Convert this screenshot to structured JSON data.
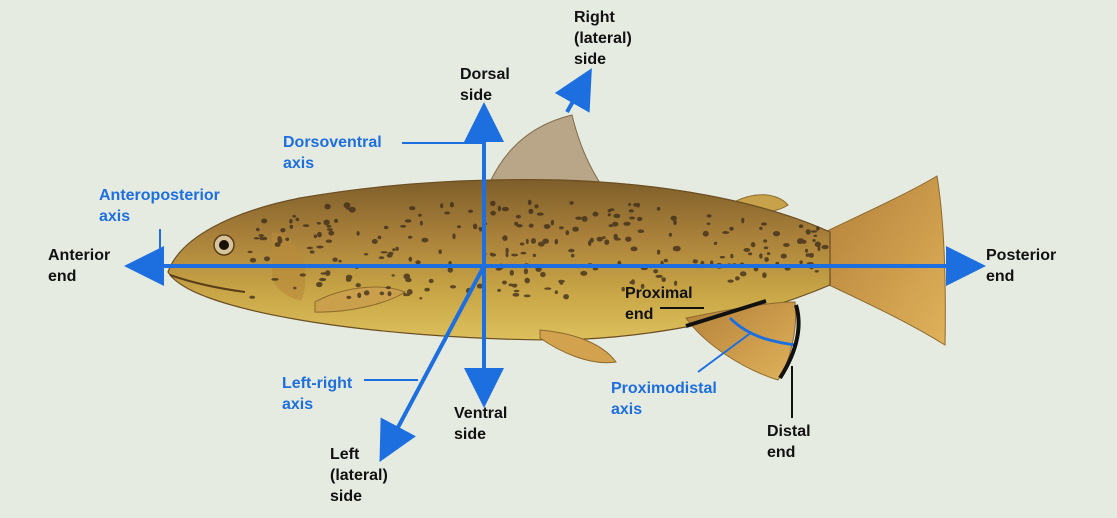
{
  "colors": {
    "background": "#e6ebe1",
    "axis_blue": "#1d6fe0",
    "label_black": "#111111",
    "fish_body": "#b8943c",
    "fish_back": "#8d6a2c",
    "fish_belly": "#d7b14a",
    "fin": "#c99a46",
    "spots": "#3a2a1a"
  },
  "labels": {
    "anterior_end": [
      "Anterior",
      "end"
    ],
    "posterior_end": [
      "Posterior",
      "end"
    ],
    "dorsal_side": [
      "Dorsal",
      "side"
    ],
    "ventral_side": [
      "Ventral",
      "side"
    ],
    "right_side": [
      "Right",
      "(lateral)",
      "side"
    ],
    "left_side": [
      "Left",
      "(lateral)",
      "side"
    ],
    "proximal_end": [
      "Proximal",
      "end"
    ],
    "distal_end": [
      "Distal",
      "end"
    ]
  },
  "axes": {
    "anteroposterior": [
      "Anteroposterior",
      "axis"
    ],
    "dorsoventral": [
      "Dorsoventral",
      "axis"
    ],
    "left_right": [
      "Left-right",
      "axis"
    ],
    "proximodistal": [
      "Proximodistal",
      "axis"
    ]
  }
}
